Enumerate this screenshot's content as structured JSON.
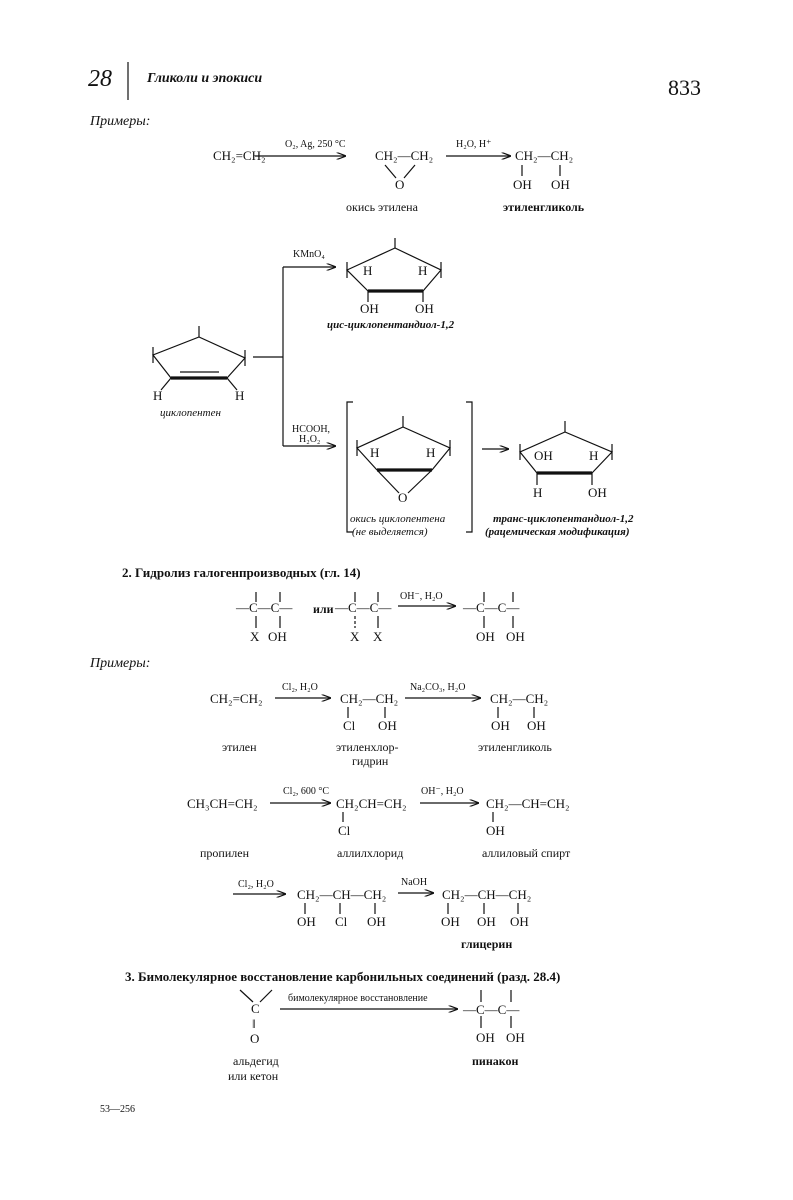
{
  "header": {
    "chapter_number": "28",
    "chapter_title": "Гликоли и эпокиси",
    "page_number": "833"
  },
  "examples_label_1": "Примеры:",
  "reaction1": {
    "reactant": "CH₂=CH₂",
    "cond1": "O₂, Ag, 250 °C",
    "intermediate": "CH₂—CH₂",
    "intermediate_o": "O",
    "cond2": "H₂O, H⁺",
    "product": "CH₂—CH₂",
    "oh": "OH",
    "intermediate_name": "окись этилена",
    "product_name": "этиленгликоль"
  },
  "cyclopentene": {
    "h": "H",
    "name": "циклопентен",
    "cond_upper": "KMnO₄",
    "cond_lower_1": "HCOOH,",
    "cond_lower_2": "H₂O₂",
    "oh": "OH",
    "o": "O",
    "cis_name": "цис-циклопентандиол-1,2",
    "epoxide_name_1": "окись циклопентена",
    "epoxide_name_2": "(не выделяется)",
    "trans_name_1": "транс-циклопентандиол-1,2",
    "trans_name_2": "(рацемическая модификация)"
  },
  "section2": {
    "heading": "2. Гидролиз галогенпроизводных (гл. 14)",
    "cc": "—C—C—",
    "or": "или",
    "x": "X",
    "oh": "OH",
    "cond": "OH⁻, H₂O",
    "examples_label": "Примеры:",
    "ex1": {
      "reactant": "CH₂=CH₂",
      "cond1": "Cl₂, H₂O",
      "intermediate": "CH₂—CH₂",
      "cl": "Cl",
      "oh": "OH",
      "cond2": "Na₂CO₃, H₂O",
      "product": "CH₂—CH₂",
      "reactant_name": "этилен",
      "intermediate_name_1": "этиленхлор-",
      "intermediate_name_2": "гидрин",
      "product_name": "этиленгликоль"
    },
    "ex2": {
      "reactant": "CH₃CH=CH₂",
      "cond1": "Cl₂, 600 °C",
      "intermediate": "CH₂CH=CH₂",
      "cl": "Cl",
      "cond2": "OH⁻, H₂O",
      "product": "CH₂—CH=CH₂",
      "oh": "OH",
      "reactant_name": "пропилен",
      "intermediate_name": "аллилхлорид",
      "product_name": "аллиловый спирт"
    },
    "ex3": {
      "cond1": "Cl₂, H₂O",
      "intermediate": "CH₂—CH—CH₂",
      "oh": "OH",
      "cl": "Cl",
      "cond2": "NaOH",
      "product": "CH₂—CH—CH₂",
      "product_name": "глицерин"
    }
  },
  "section3": {
    "heading": "3. Бимолекулярное восстановление карбонильных соединений (разд. 28.4)",
    "c": "C",
    "double_bond": "‖",
    "o": "O",
    "cond": "бимолекулярное восстановление",
    "product": "—C—C—",
    "oh": "OH",
    "reactant_name_1": "альдегид",
    "reactant_name_2": "или кетон",
    "product_name": "пинакон"
  },
  "footer": {
    "signature": "53—256"
  }
}
